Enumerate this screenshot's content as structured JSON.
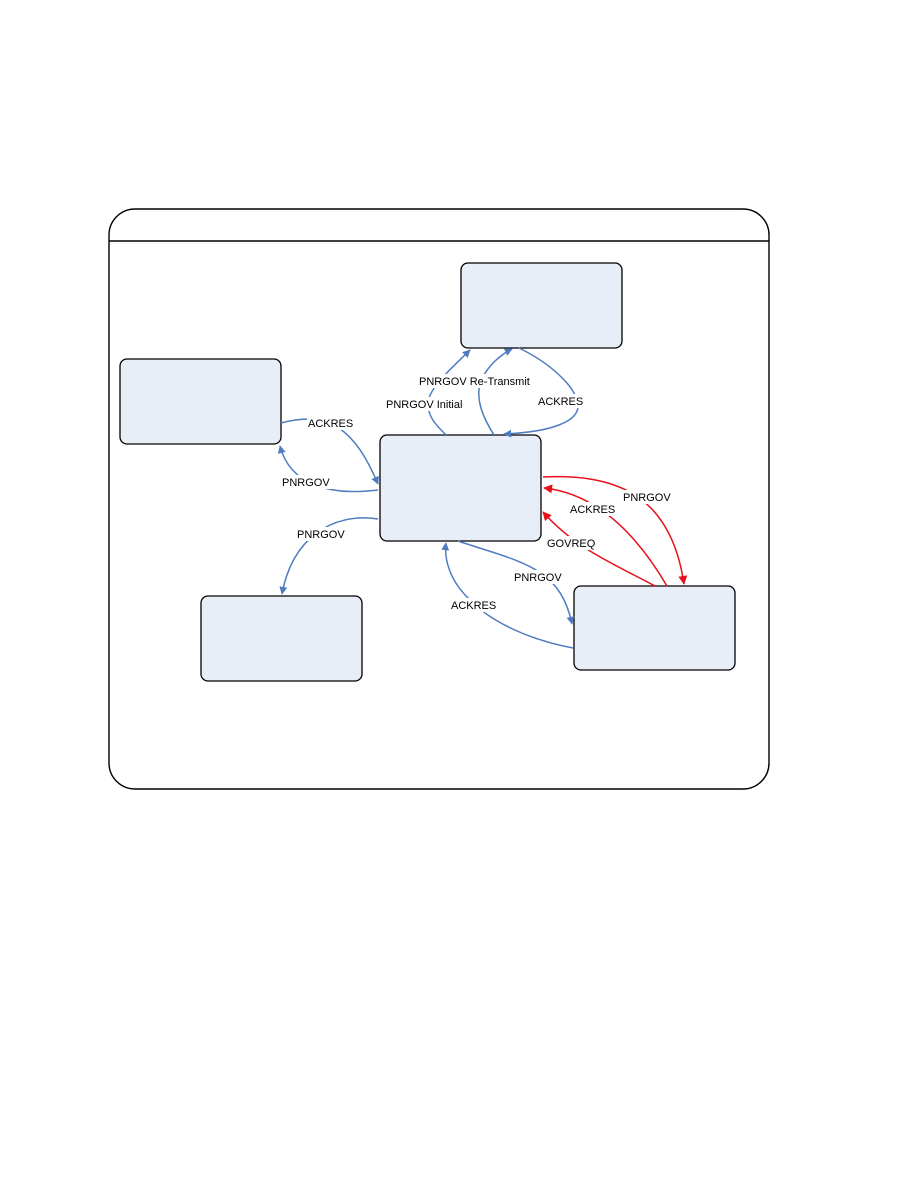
{
  "diagram": {
    "frame": {
      "title": ""
    },
    "nodes": [
      {
        "id": "top",
        "label": ""
      },
      {
        "id": "left",
        "label": ""
      },
      {
        "id": "center",
        "label": ""
      },
      {
        "id": "bottom-left",
        "label": ""
      },
      {
        "id": "right",
        "label": ""
      }
    ],
    "edges": {
      "pnrgov_retransmit": "PNRGOV Re-Transmit",
      "pnrgov_initial": "PNRGOV Initial",
      "ackres_top": "ACKRES",
      "ackres_left": "ACKRES",
      "pnrgov_left": "PNRGOV",
      "pnrgov_bottom_left": "PNRGOV",
      "pnrgov_right_red": "PNRGOV",
      "ackres_right_red": "ACKRES",
      "govreq_right": "GOVREQ",
      "pnrgov_bottom_right": "PNRGOV",
      "ackres_bottom": "ACKRES"
    }
  },
  "colors": {
    "node_fill": "#e8eef8",
    "node_stroke": "#000000",
    "frame_stroke": "#000000",
    "edge_blue": "#4f7cc0",
    "edge_red": "#e8101a"
  }
}
